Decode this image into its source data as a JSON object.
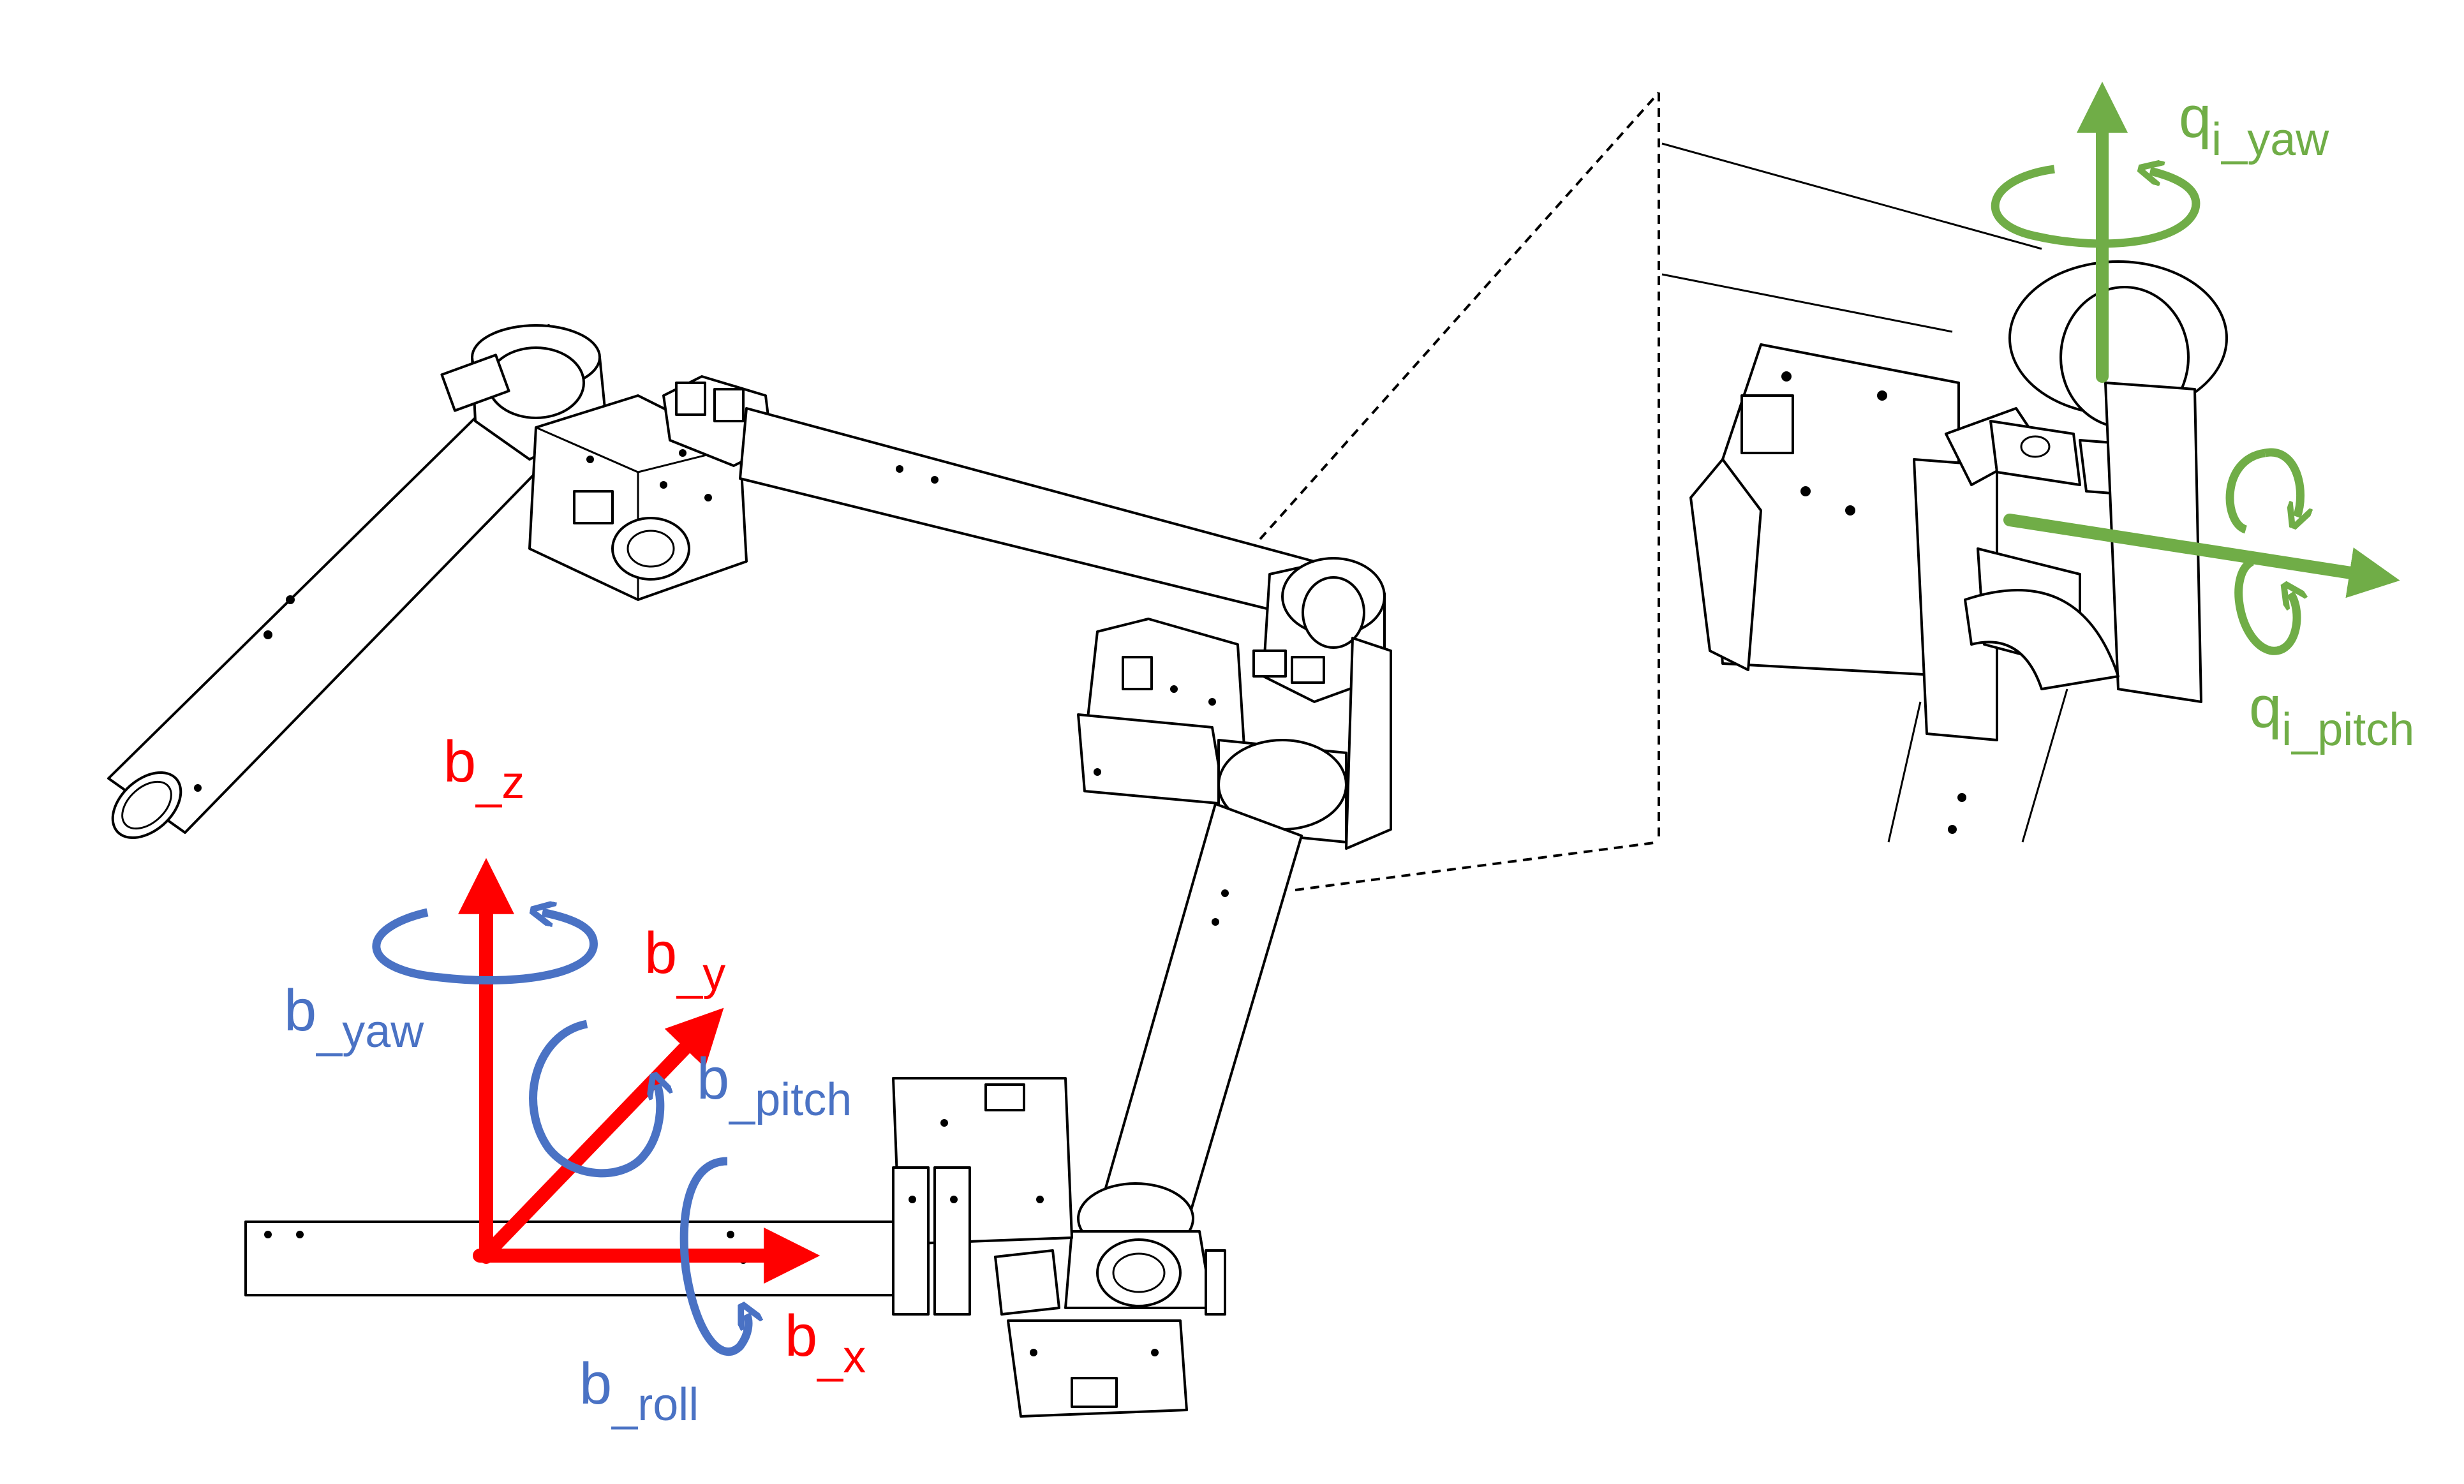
{
  "colors": {
    "translation_axis": "#ff0000",
    "rotation_axis": "#4a72c4",
    "joint_axis": "#70ad47",
    "line_art": "#000000"
  },
  "base_frame": {
    "z_label_main": "b",
    "z_label_sub": "_z",
    "y_label_main": "b",
    "y_label_sub": "_y",
    "x_label_main": "b",
    "x_label_sub": "_x",
    "yaw_label_main": "b",
    "yaw_label_sub": "_yaw",
    "pitch_label_main": "b",
    "pitch_label_sub": "_pitch",
    "roll_label_main": "b",
    "roll_label_sub": "_roll"
  },
  "joint_frame": {
    "yaw_label_main": "q",
    "yaw_label_sub": "i_yaw",
    "pitch_label_main": "q",
    "pitch_label_sub": "i_pitch"
  },
  "icons": [
    "robot-arm-drawing",
    "zoom-callout",
    "curved-rotation-arrow"
  ]
}
